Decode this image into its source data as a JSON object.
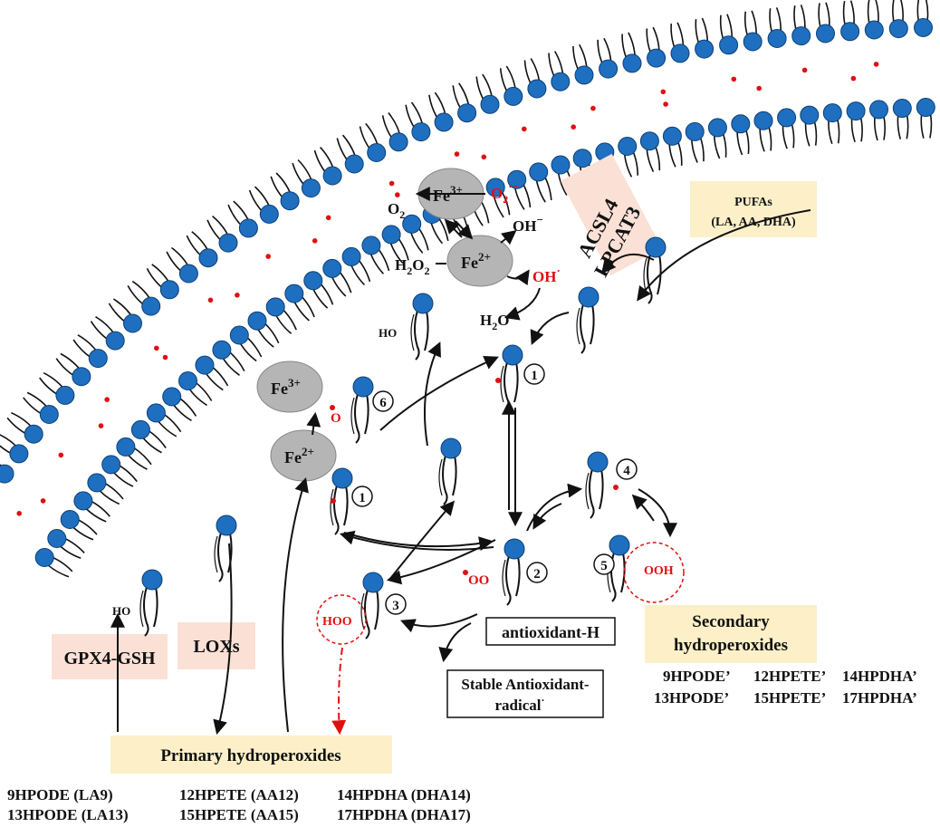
{
  "membrane": {
    "head_color": "#1f6fc0",
    "head_stroke": "#0d3f73",
    "oxidation_dot_color": "#e01010"
  },
  "iron_cycle": {
    "fe3_label": "Fe",
    "fe3_charge": "3+",
    "fe2_label": "Fe",
    "fe2_charge": "2+",
    "superoxide": "O",
    "superoxide_sub": "2",
    "superoxide_charge": "·−",
    "oxygen": "O",
    "oxygen_sub": "2",
    "hydroxide": "OH",
    "hydroxide_charge": "−",
    "peroxide": "H",
    "peroxide_sub1": "2",
    "peroxide_mid": "O",
    "peroxide_sub2": "2",
    "hydroxyl_radical": "OH",
    "hydroxyl_radical_charge": "·",
    "water": "H",
    "water_sub": "2",
    "water_end": "O",
    "circle_color": "#b5b5b5"
  },
  "enzymes": {
    "acsl4": "ACSL4",
    "lpcat3": "LPCAT3",
    "gpx4": "GPX4-GSH",
    "loxs": "LOXs",
    "enzyme_bg": "#fbe0d6"
  },
  "pufas": {
    "title": "PUFAs",
    "subtitle": "(LA, AA, DHA)",
    "bg": "#fdf0c8"
  },
  "lipids": {
    "ho_label": "HO",
    "o_label": "O",
    "oo_label": "OO",
    "hoo_label": "HOO",
    "ooh_label": "OOH",
    "num_1": "1",
    "num_2": "2",
    "num_3": "3",
    "num_4": "4",
    "num_5": "5",
    "num_6": "6"
  },
  "antioxidant": {
    "antioxidant_h": "antioxidant-H",
    "stable_line1": "Stable Antioxidant-",
    "stable_line2": "radical",
    "stable_dot": "·"
  },
  "primary": {
    "title": "Primary hydroperoxides",
    "row1": [
      "9HPODE (LA9)",
      "12HPETE (AA12)",
      "14HPDHA (DHA14)"
    ],
    "row2": [
      "13HPODE (LA13)",
      "15HPETE (AA15)",
      "17HPDHA (DHA17)"
    ]
  },
  "secondary": {
    "title_line1": "Secondary",
    "title_line2": "hydroperoxides",
    "row1": [
      "9HPODE’",
      "12HPETE’",
      "14HPDHA’"
    ],
    "row2": [
      "13HPODE’",
      "15HPETE’",
      "17HPDHA’"
    ]
  }
}
